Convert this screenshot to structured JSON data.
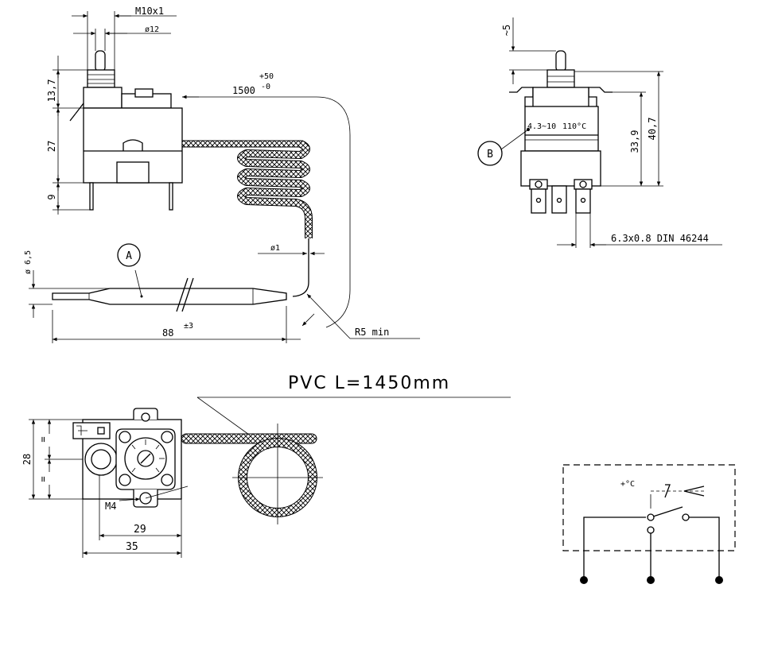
{
  "side_view": {
    "thread_label": "M10x1",
    "shaft_diameter": "ø12",
    "height_top": "13,7",
    "height_body": "27",
    "height_pins": "9",
    "capillary_length": "1500",
    "capillary_tol_plus": "+50",
    "capillary_tol_minus": "-0",
    "capillary_diameter": "ø1",
    "bulb_diameter": "ø 6,5",
    "bulb_length": "88",
    "bulb_tol": "±3",
    "bend_radius": "R5  min",
    "marker_a": "A"
  },
  "front_view": {
    "top_gap": "~5",
    "height_a": "33,9",
    "height_b": "40,7",
    "scale_label": "4.3~10",
    "temp_label": "110°C",
    "marker_b": "B",
    "terminal_label": "6.3x0.8  DIN  46244"
  },
  "top_view": {
    "pvc_label": "PVC   L=1450mm",
    "width_total": "35",
    "width_holes": "29",
    "height_total": "28",
    "half_mark_1": "=",
    "half_mark_2": "=",
    "screw_label": "M4"
  },
  "schematic": {
    "temp_symbol": "+°C"
  }
}
